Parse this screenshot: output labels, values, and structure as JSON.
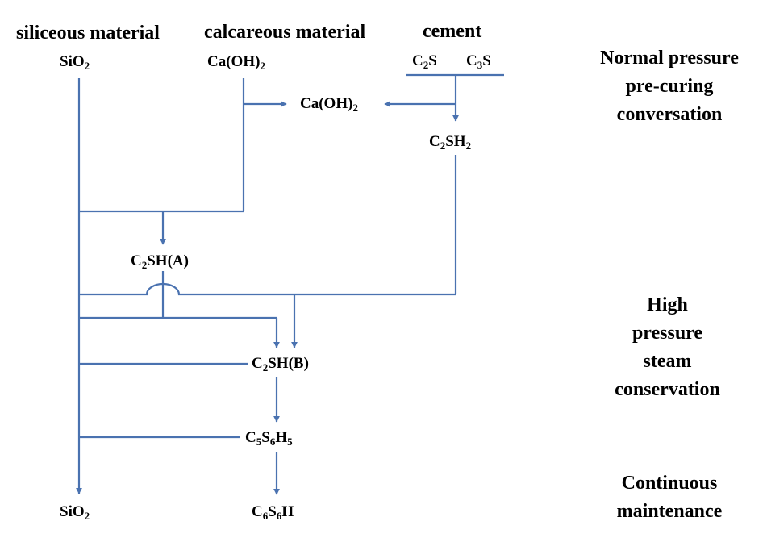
{
  "headers": {
    "siliceous": "siliceous material",
    "calcareous": "calcareous material",
    "cement": "cement"
  },
  "species": {
    "sio2_top": {
      "base": "SiO",
      "sub": "2"
    },
    "caoh2_top": {
      "base": "Ca(OH)",
      "sub": "2"
    },
    "c2s": {
      "base1": "C",
      "sub1": "2",
      "base2": "S"
    },
    "c3s": {
      "base1": "C",
      "sub1": "3",
      "base2": "S"
    },
    "caoh2_mid": {
      "base": "Ca(OH)",
      "sub": "2"
    },
    "c2sh2": {
      "base1": "C",
      "sub1": "2",
      "base2": "SH",
      "sub2": "2"
    },
    "c2sh_a": {
      "base1": "C",
      "sub1": "2",
      "base2": "SH(A)"
    },
    "c2sh_b": {
      "base1": "C",
      "sub1": "2",
      "base2": "SH(B)"
    },
    "c5s6h5": {
      "base1": "C",
      "sub1": "5",
      "base2": "S",
      "sub2": "6",
      "base3": "H",
      "sub3": "5"
    },
    "sio2_bottom": {
      "base": "SiO",
      "sub": "2"
    },
    "c6s6h": {
      "base1": "C",
      "sub1": "6",
      "base2": "S",
      "sub2": "6",
      "base3": "H"
    }
  },
  "phases": {
    "normal": [
      "Normal pressure",
      "pre-curing",
      "conversation"
    ],
    "high": [
      "High",
      "pressure",
      "steam",
      "conservation"
    ],
    "continuous": [
      "Continuous",
      "maintenance"
    ]
  },
  "colors": {
    "line": "#4a72b0",
    "text": "#000000"
  }
}
